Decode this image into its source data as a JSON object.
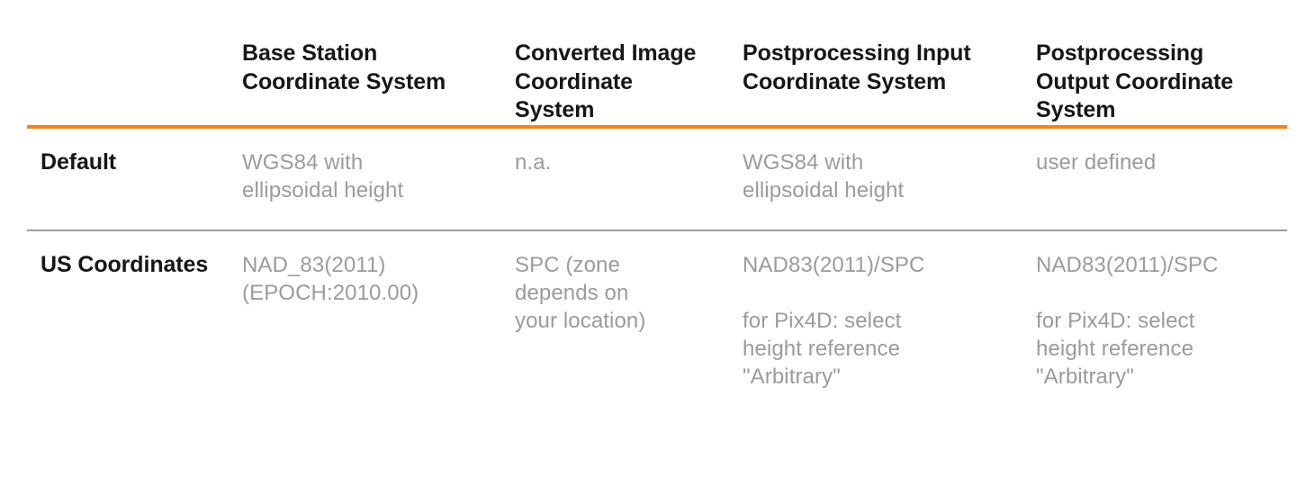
{
  "accent": {
    "header_rule_color": "#f5821f",
    "row_rule_color": "#9c9c9c",
    "body_text_color": "#9b9b9b",
    "label_text_color": "#161616",
    "background": "#ffffff"
  },
  "table": {
    "columns": [
      {
        "key": "label",
        "label": ""
      },
      {
        "key": "base",
        "label": "Base Station\nCoordinate System"
      },
      {
        "key": "converted",
        "label": "Converted\nImage\nCoordinate\nSystem"
      },
      {
        "key": "pp_input",
        "label": "Postprocessing\nInput Coordinate\nSystem"
      },
      {
        "key": "pp_output",
        "label": "Postprocessing\nOutput Coordinate\nSystem"
      }
    ],
    "rows": [
      {
        "name": "default",
        "label": "Default",
        "base": "WGS84 with\nellipsoidal height",
        "converted": "n.a.",
        "pp_input": "WGS84 with\nellipsoidal height",
        "pp_input_note": "",
        "pp_output": "user defined",
        "pp_output_note": ""
      },
      {
        "name": "us-coordinates",
        "label": "US\nCoordinates",
        "base": "NAD_83(2011)\n(EPOCH:2010.00)",
        "converted": "SPC (zone\ndepends on\nyour location)",
        "pp_input": "NAD83(2011)/SPC",
        "pp_input_note": "for Pix4D: select\nheight reference\n\"Arbitrary\"",
        "pp_output": "NAD83(2011)/SPC",
        "pp_output_note": "for Pix4D: select\nheight reference\n\"Arbitrary\""
      }
    ]
  }
}
